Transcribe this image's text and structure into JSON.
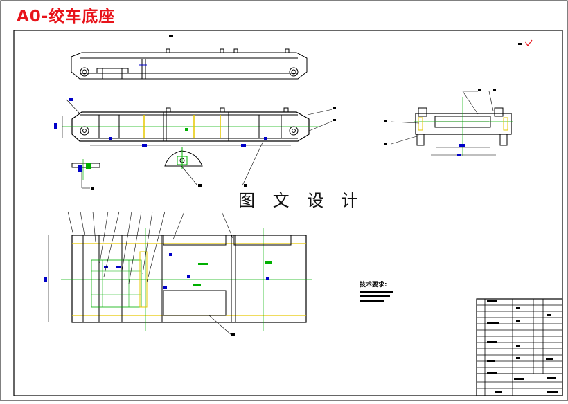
{
  "drawing": {
    "title": "A0-绞车底座",
    "watermark": "图 文 设 计",
    "technical_requirements_heading": "技术要求:"
  },
  "colors": {
    "outline": "#000000",
    "center_line": "#00b000",
    "hidden_line": "#e6c800",
    "title_text": "#e8141b",
    "hatch": "#0000c8"
  },
  "icons": [
    "roughness-symbol-icon"
  ]
}
